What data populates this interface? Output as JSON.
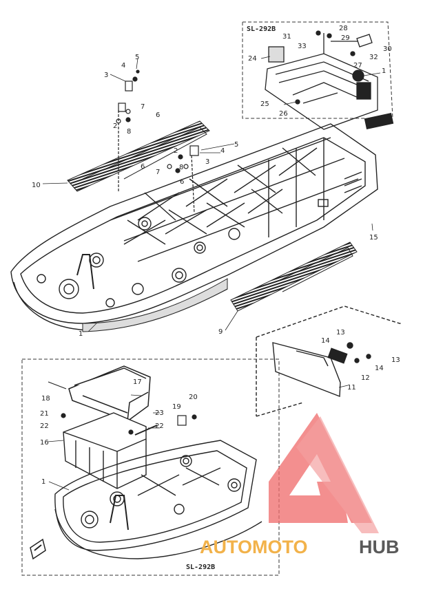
{
  "diagram": {
    "codes": {
      "top_inset": "SL-292B",
      "bottom_inset": "SL-292B"
    },
    "callouts": {
      "n1a": "1",
      "n1b": "1",
      "n1c": "1",
      "n2a": "2",
      "n2b": "2",
      "n3a": "3",
      "n3b": "3",
      "n4a": "4",
      "n4b": "4",
      "n5a": "5",
      "n5b": "5",
      "n6a": "6",
      "n6b": "6",
      "n6c": "6",
      "n7a": "7",
      "n7b": "7",
      "n8a": "8",
      "n8b": "8",
      "n9": "9",
      "n10": "10",
      "n11": "11",
      "n12": "12",
      "n13a": "13",
      "n13b": "13",
      "n14a": "14",
      "n14b": "14",
      "n15": "15",
      "n16": "16",
      "n17": "17",
      "n18": "18",
      "n19": "19",
      "n20": "20",
      "n21": "21",
      "n22a": "22",
      "n22b": "22",
      "n23": "23",
      "n24": "24",
      "n25": "25",
      "n26": "26",
      "n27": "27",
      "n28": "28",
      "n29": "29",
      "n30": "30",
      "n31": "31",
      "n32": "32",
      "n33": "33"
    }
  },
  "watermark": {
    "part1": "AUTOMOTO",
    "part2": "HUB",
    "color_part1": "#f2b24a",
    "color_part2": "#5a5a5a",
    "logo_color": "#f06a6a"
  }
}
